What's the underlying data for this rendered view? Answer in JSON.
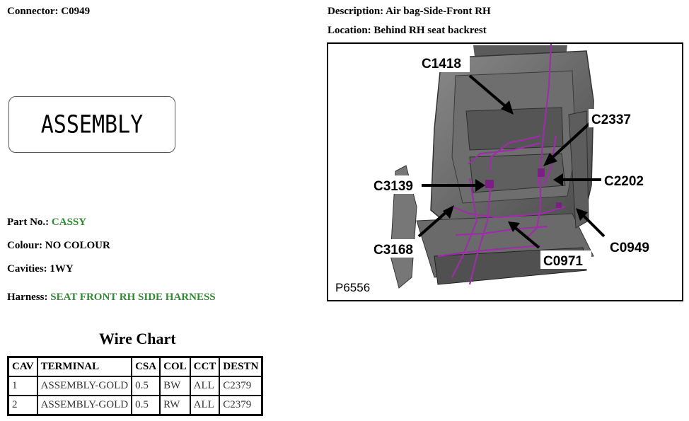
{
  "header": {
    "connector_label": "Connector:",
    "connector_value": "C0949",
    "description_label": "Description:",
    "description_value": "Air bag-Side-Front RH",
    "location_label": "Location:",
    "location_value": "Behind RH seat backrest"
  },
  "assembly_box": {
    "text": "ASSEMBLY"
  },
  "details": {
    "part_label": "Part No.:",
    "part_value": "CASSY",
    "colour_label": "Colour:",
    "colour_value": "NO COLOUR",
    "cavities_label": "Cavities:",
    "cavities_value": "1WY",
    "harness_label": "Harness:",
    "harness_value": "SEAT FRONT RH SIDE HARNESS"
  },
  "wire_chart": {
    "title": "Wire Chart",
    "columns": [
      "CAV",
      "TERMINAL",
      "CSA",
      "COL",
      "CCT",
      "DESTN"
    ],
    "rows": [
      [
        "1",
        "ASSEMBLY-GOLD",
        "0.5",
        "BW",
        "ALL",
        "C2379"
      ],
      [
        "2",
        "ASSEMBLY-GOLD",
        "0.5",
        "RW",
        "ALL",
        "C2379"
      ]
    ]
  },
  "figure": {
    "id_label": "P6556",
    "callouts": [
      "C1418",
      "C2337",
      "C3139",
      "C2202",
      "C3168",
      "C0949",
      "C0971"
    ]
  },
  "colors": {
    "green_value": "#2e8b2e",
    "harness_wire": "#9b2fa6"
  }
}
